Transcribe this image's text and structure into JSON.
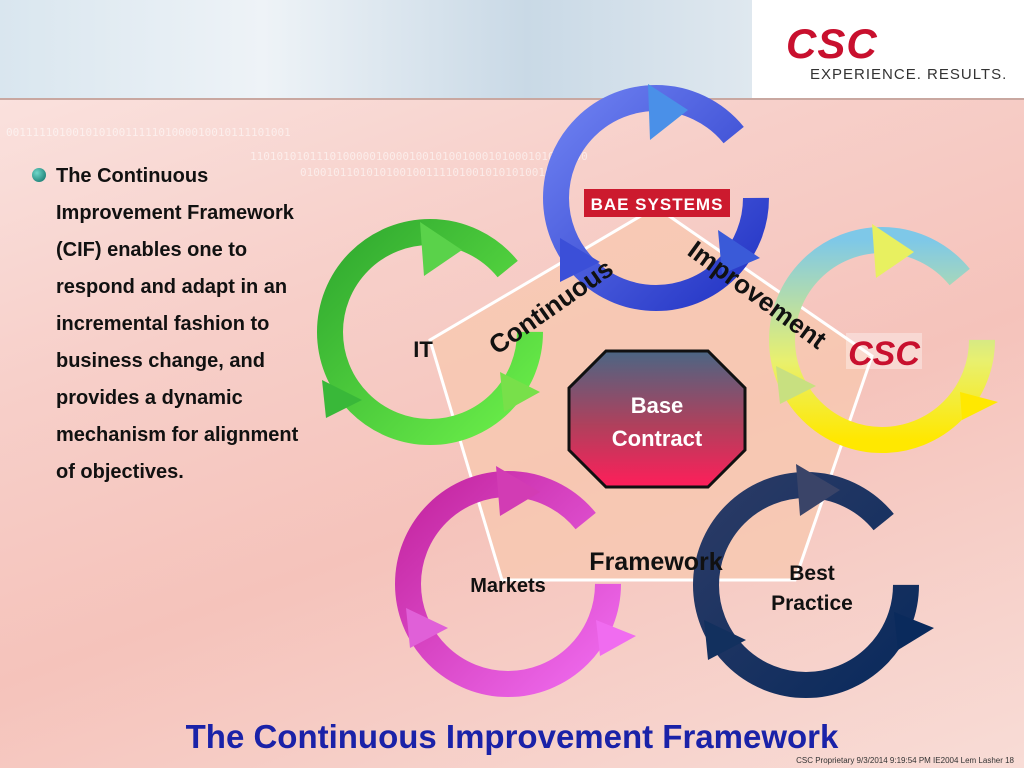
{
  "header": {
    "logo_text": "CSC",
    "tagline": "EXPERIENCE. RESULTS."
  },
  "bullets": [
    "The Continuous Improvement Framework (CIF) enables one to respond and adapt in an incremental fashion to business change, and provides a dynamic mechanism for alignment of objectives."
  ],
  "diagram": {
    "center": {
      "line1": "Base",
      "line2": "Contract"
    },
    "arc_labels": {
      "continuous": "Continuous",
      "improvement": "Improvement",
      "framework": "Framework"
    },
    "nodes": {
      "top": "BAE SYSTEMS",
      "right": "CSC",
      "left": "IT",
      "bottom_left": "Markets",
      "bottom_right_line1": "Best",
      "bottom_right_line2": "Practice"
    }
  },
  "title": "The Continuous Improvement Framework",
  "footer": "CSC Proprietary 9/3/2014 9:19:54 PM IE2004 Lem Lasher  18",
  "colors": {
    "title": "#1a22a8",
    "logo_red": "#c8102e",
    "cycle_blue": "#3b4fd8",
    "cycle_green": "#33cc33",
    "cycle_yellow": "#f0e020",
    "cycle_magenta": "#e040c8",
    "cycle_navy": "#0a2a5c",
    "center_octagon": "#e8204f"
  },
  "icons": [
    "cycle-arrow-icon",
    "bullet-dot-icon"
  ]
}
